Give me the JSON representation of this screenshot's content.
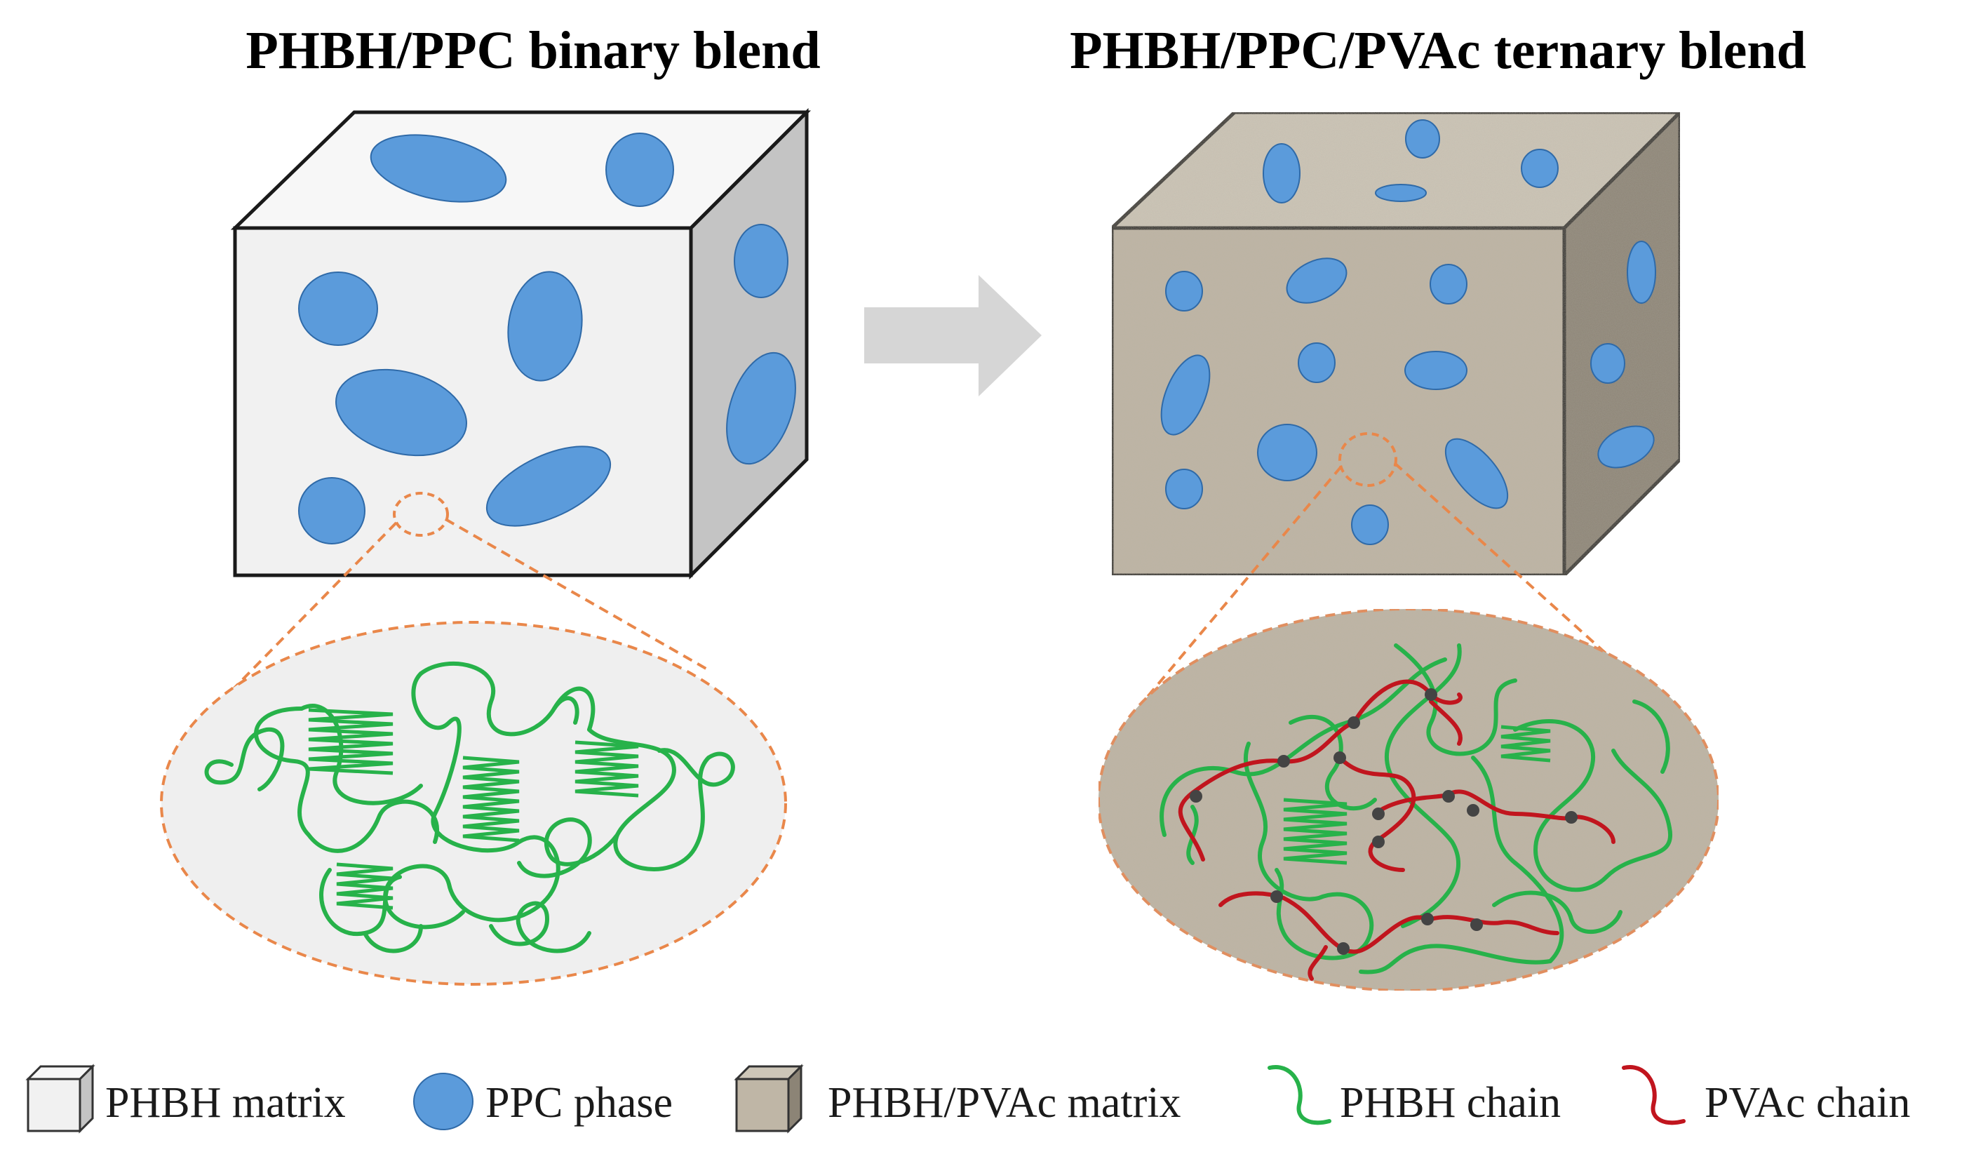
{
  "titles": {
    "binary": "PHBH/PPC binary blend",
    "ternary": "PHBH/PPC/PVAc ternary blend"
  },
  "legend": [
    {
      "key": "phbh-matrix",
      "label": "PHBH matrix"
    },
    {
      "key": "ppc-phase",
      "label": "PPC phase"
    },
    {
      "key": "phbh-pvac-matrix",
      "label": "PHBH/PVAc matrix"
    },
    {
      "key": "phbh-chain",
      "label": "PHBH chain"
    },
    {
      "key": "pvac-chain",
      "label": "PVAc chain"
    }
  ],
  "colors": {
    "phbh_matrix_front": "#f1f1f1",
    "phbh_matrix_top": "#f7f7f7",
    "phbh_matrix_side": "#c4c4c4",
    "blend_matrix_front": "#bfb6a6",
    "blend_matrix_top": "#cdc6b8",
    "blend_matrix_side": "#8c8476",
    "ppc_phase": "#5b9bdb",
    "ppc_outline": "#2f6aa8",
    "phbh_chain": "#27b24a",
    "pvac_chain": "#c1151e",
    "junction": "#444444",
    "zoom_outline": "#e9874a",
    "arrow": "#d6d6d6"
  }
}
